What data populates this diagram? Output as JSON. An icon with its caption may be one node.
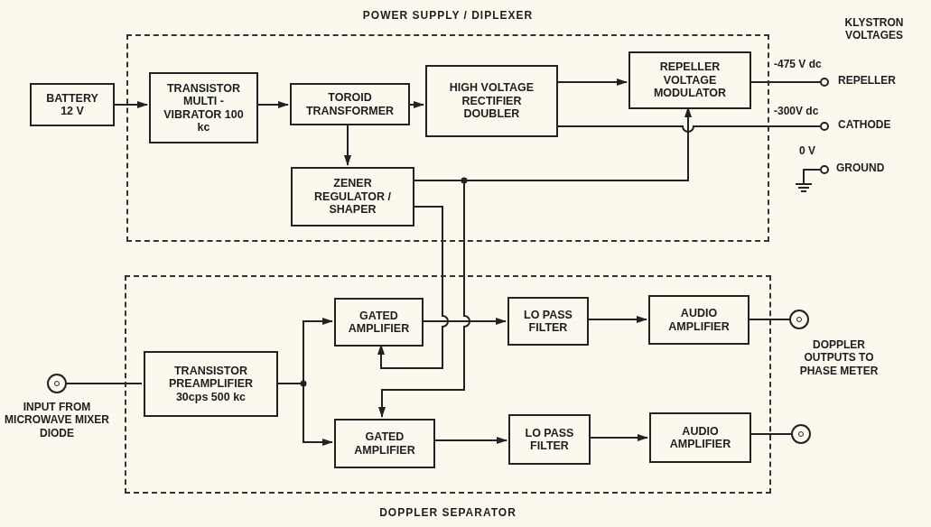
{
  "diagram": {
    "nodes": [
      {
        "text": [
          "POWER SUPPLY / DIPLEXER"
        ]
      },
      {
        "text": [
          "BATTERY 12 V"
        ]
      },
      {
        "text": [
          "TRANSISTOR MULTI - VIBRATOR 100 kc"
        ],
        "in": 0
      },
      {
        "text": [
          "TOROID TRANSFORMER"
        ],
        "in": 0
      },
      {
        "text": [
          "HIGH VOLTAGE RECTIFIER DOUBLER"
        ],
        "in": 0
      },
      {
        "text": [
          "REPELLER VOLTAGE MODULATOR"
        ],
        "in": 0
      },
      {
        "text": [
          "ZENER REGULATOR / SHAPER"
        ],
        "in": 0
      },
      {
        "text": [],
        "shape": "circle",
        "beside": [
          "REPELLER"
        ]
      },
      {
        "text": [],
        "shape": "circle",
        "beside": [
          "CATHODE"
        ]
      },
      {
        "text": [],
        "shape": "circle",
        "beside": [
          "0 V",
          "GROUND"
        ]
      },
      {
        "text": [
          "DOPPLER SEPARATOR"
        ]
      },
      {
        "text": [],
        "shape": "circle",
        "beside": [
          "INPUT FROM MICROWAVE MIXER DIODE"
        ]
      },
      {
        "text": [
          "TRANSISTOR PREAMPLIFIER",
          "30cps 500 kc"
        ],
        "in": 10
      },
      {
        "text": [
          "GATED AMPLIFIER"
        ],
        "in": 10
      },
      {
        "text": [
          "GATED AMPLIFIER"
        ],
        "in": 10
      },
      {
        "text": [
          "LO PASS FILTER"
        ],
        "in": 10
      },
      {
        "text": [
          "LO PASS FILTER"
        ],
        "in": 10
      },
      {
        "text": [
          "AUDIO AMPLIFIER"
        ],
        "in": 10
      },
      {
        "text": [
          "AUDIO AMPLIFIER"
        ],
        "in": 10
      },
      {
        "text": [],
        "shape": "circle"
      },
      {
        "text": [],
        "shape": "circle"
      }
    ],
    "edges": [
      {
        "from": 1,
        "to": 2,
        "arrow": "to"
      },
      {
        "from": 2,
        "to": 3,
        "arrow": "to"
      },
      {
        "from": 3,
        "to": 4,
        "arrow": "to"
      },
      {
        "from": 3,
        "to": 6,
        "arrow": "to"
      },
      {
        "from": 4,
        "to": 5,
        "arrow": "to"
      },
      {
        "from": 5,
        "to": 7,
        "arrow": "none",
        "label": "-475 V dc"
      },
      {
        "from": 4,
        "to": 8,
        "arrow": "none",
        "label": "-300V dc"
      },
      {
        "from": 6,
        "to": 5,
        "arrow": "to"
      },
      {
        "from": 6,
        "to": 14,
        "arrow": "to"
      },
      {
        "from": 6,
        "to": 13,
        "arrow": "to"
      },
      {
        "from": 11,
        "to": 12,
        "arrow": "none"
      },
      {
        "from": 12,
        "to": 13,
        "arrow": "to"
      },
      {
        "from": 12,
        "to": 14,
        "arrow": "to"
      },
      {
        "from": 13,
        "to": 15,
        "arrow": "to"
      },
      {
        "from": 14,
        "to": 16,
        "arrow": "to"
      },
      {
        "from": 15,
        "to": 17,
        "arrow": "to"
      },
      {
        "from": 16,
        "to": 18,
        "arrow": "to"
      },
      {
        "from": 17,
        "to": 19,
        "arrow": "none"
      },
      {
        "from": 18,
        "to": 20,
        "arrow": "none"
      }
    ],
    "labels": [
      "KLYSTRON VOLTAGES",
      "DOPPLER OUTPUTS TO PHASE METER"
    ]
  }
}
